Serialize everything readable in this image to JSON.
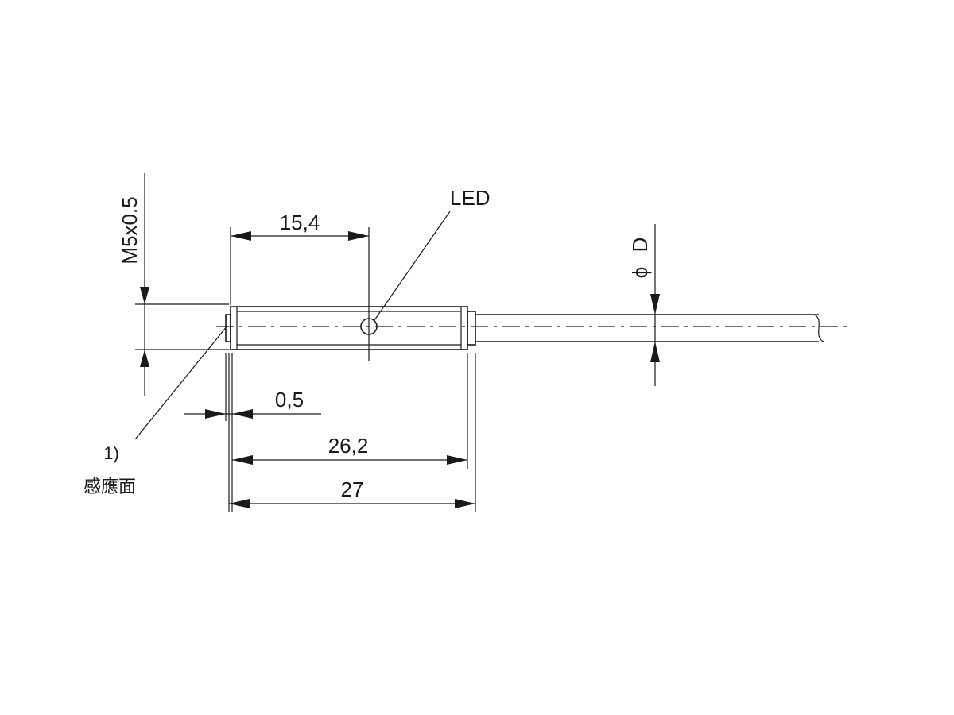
{
  "drawing": {
    "thread_label": "M5x0.5",
    "led_label": "LED",
    "diameter_symbol": "ϕ",
    "diameter_label": "D",
    "dims": {
      "d15_4": "15,4",
      "d0_5": "0,5",
      "d26_2": "26,2",
      "d27": "27"
    },
    "note_ref": "1)",
    "note_text": "感應面"
  }
}
